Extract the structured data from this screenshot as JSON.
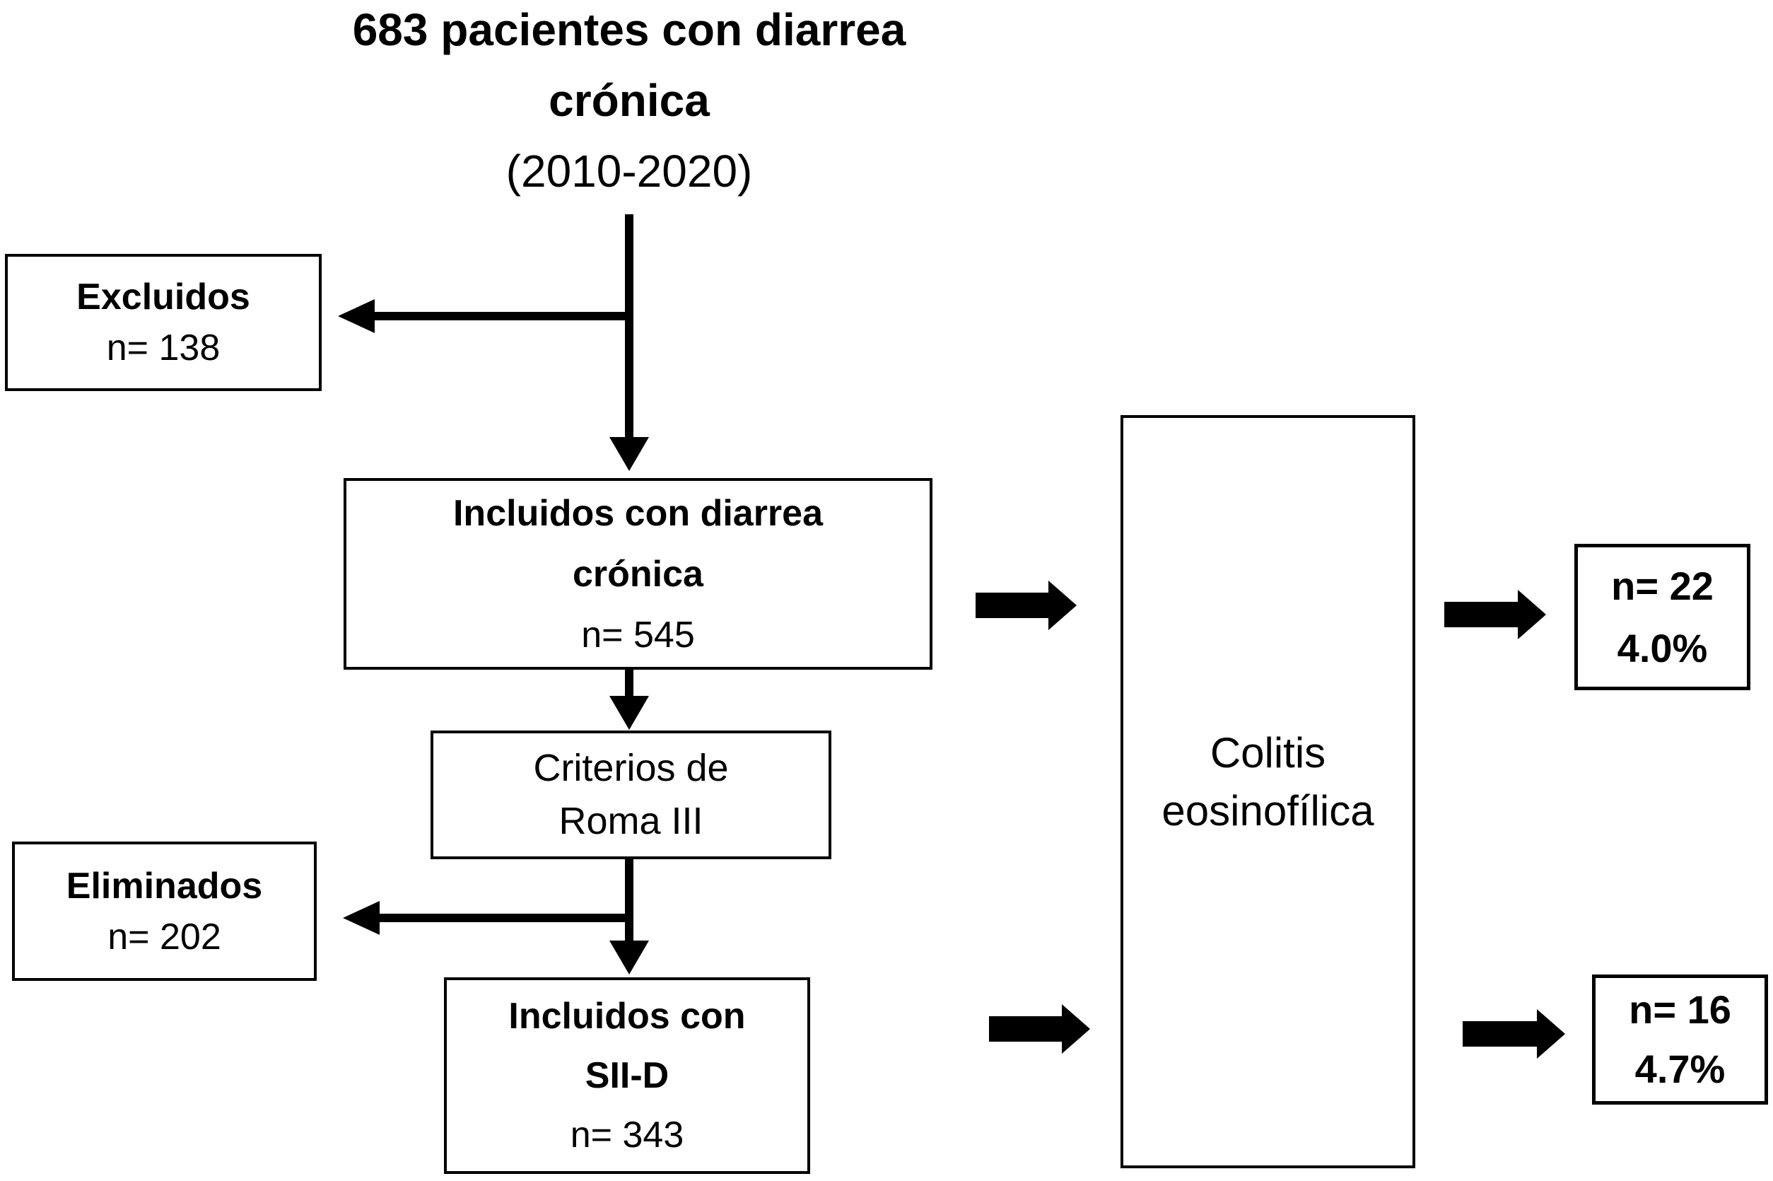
{
  "title": {
    "line1": "683 pacientes con diarrea",
    "line2": "crónica",
    "line3": "(2010-2020)"
  },
  "boxes": {
    "excluidos": {
      "label": "Excluidos",
      "n": "n= 138"
    },
    "incluidos_diarrea": {
      "line1": "Incluidos con diarrea",
      "line2": "crónica",
      "n": "n= 545"
    },
    "criterios": {
      "line1": "Criterios de",
      "line2": "Roma III"
    },
    "eliminados": {
      "label": "Eliminados",
      "n": "n= 202"
    },
    "incluidos_siid": {
      "line1": "Incluidos con",
      "line2": "SII-D",
      "n": "n= 343"
    },
    "colitis": {
      "line1": "Colitis",
      "line2": "eosinofílica"
    },
    "result_top": {
      "n": "n= 22",
      "pct": "4.0%"
    },
    "result_bottom": {
      "n": "n= 16",
      "pct": "4.7%"
    }
  },
  "colors": {
    "ink": "#000000",
    "background": "#ffffff"
  }
}
